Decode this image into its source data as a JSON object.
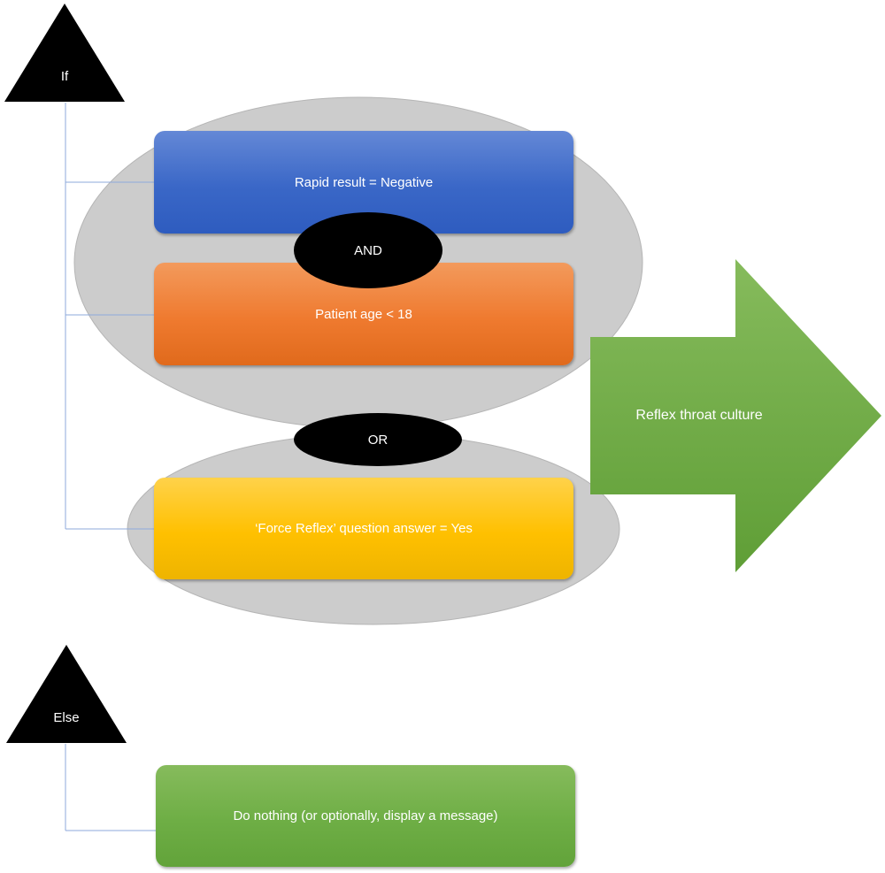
{
  "if_label": "If",
  "else_label": "Else",
  "conditions": {
    "rapid_result": "Rapid result = Negative",
    "patient_age": "Patient age < 18",
    "force_reflex": "‘Force Reflex’ question answer = Yes"
  },
  "operators": {
    "and": "AND",
    "or": "OR"
  },
  "outcome": "Reflex throat culture",
  "else_action": "Do nothing (or optionally, display a message)",
  "colors": {
    "group_ellipse": "#cccccc",
    "blue_box": "#3a67c7",
    "orange_box": "#ef7a2f",
    "yellow_box": "#ffc000",
    "green": "#70ad47",
    "connector_line": "#8eaadb",
    "operator_fill": "#000000"
  }
}
